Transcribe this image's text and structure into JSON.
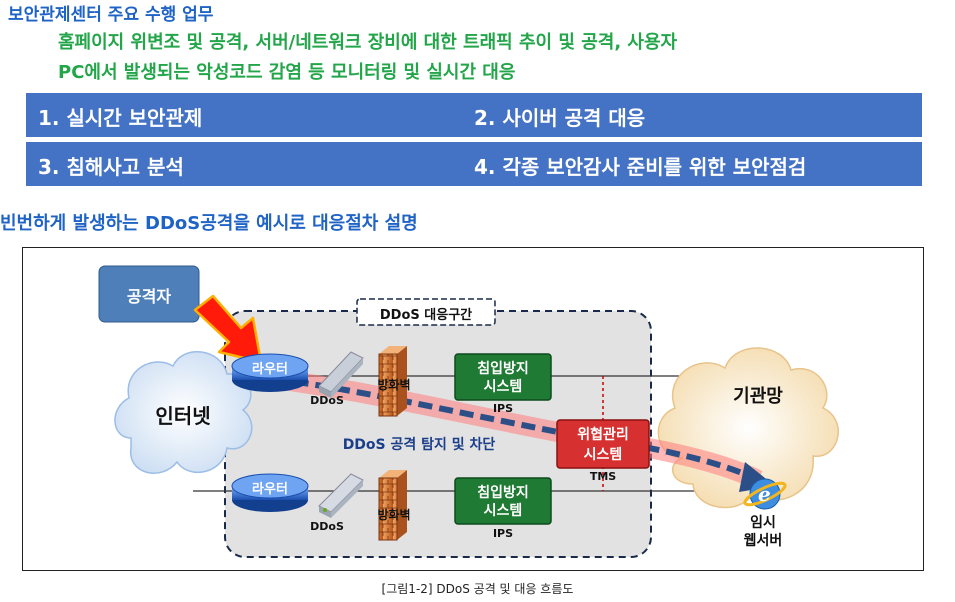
{
  "section": {
    "title": "보안관제센터 주요 수행 업무",
    "desc_line1": "홈페이지 위변조 및 공격, 서버/네트워크 장비에 대한 트래픽 추이 및 공격, 사용자",
    "desc_line2": "PC에서 발생되는 악성코드 감염 등 모니터링 및 실시간 대응"
  },
  "tasks": [
    "1. 실시간 보안관제",
    "2. 사이버 공격 대응",
    "3. 침해사고 분석",
    "4. 각종 보안감사 준비를 위한 보안점검"
  ],
  "subtitle": "빈번하게 발생하는 DDoS공격을 예시로 대응절차 설명",
  "diagram": {
    "attacker": "공격자",
    "zone_label": "DDoS 대응구간",
    "internet": "인터넷",
    "router_top": "라우터",
    "router_bottom": "라우터",
    "ddos_top": "DDoS",
    "ddos_bottom": "DDoS",
    "firewall_top": "방화벽",
    "firewall_bottom": "방화벽",
    "ips_top_l1": "침입방지",
    "ips_top_l2": "시스템",
    "ips_top_tag": "IPS",
    "ips_bottom_l1": "침입방지",
    "ips_bottom_l2": "시스템",
    "ips_bottom_tag": "IPS",
    "tms_l1": "위협관리",
    "tms_l2": "시스템",
    "tms_tag": "TMS",
    "detect_label": "DDoS 공격 탐지 및 차단",
    "org_net": "기관망",
    "temp_l1": "임시",
    "temp_l2": "웹서버"
  },
  "caption": "[그림1-2] DDoS 공격 및 대응 흐름도",
  "colors": {
    "title_blue": "#1f63c6",
    "desc_green": "#23a64a",
    "band_blue": "#4472c4",
    "ips_green": "#1f7a34",
    "tms_red": "#d73030",
    "attacker_box": "#4f7fb8"
  }
}
